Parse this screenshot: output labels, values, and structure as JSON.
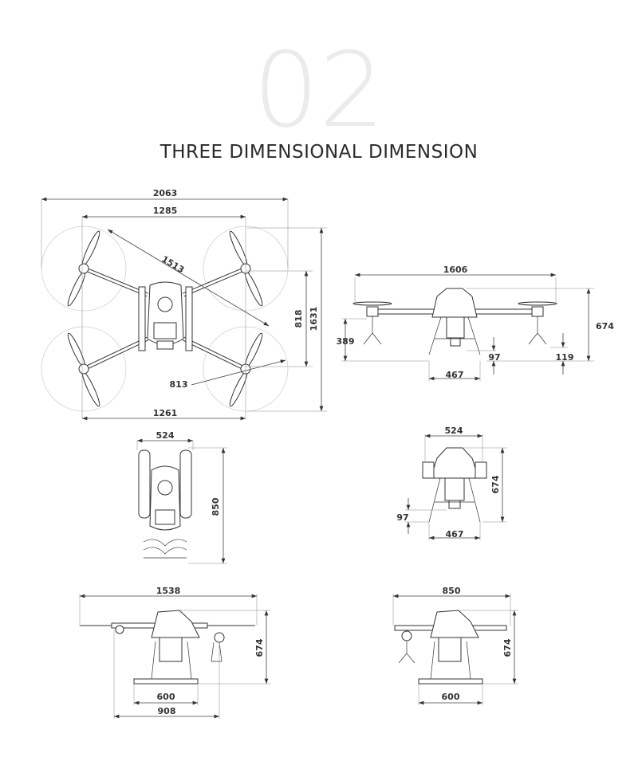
{
  "header": {
    "number": "02",
    "title": "THREE DIMENSIONAL DIMENSION"
  },
  "top_view": {
    "overall_width": "2063",
    "motor_span_top": "1285",
    "diagonal": "1513",
    "motor_span_bottom": "1261",
    "prop_radius": "813",
    "motor_span_vertical": "818",
    "overall_length": "1631"
  },
  "front_view": {
    "width": "1606",
    "height": "674",
    "arm_height": "389",
    "leg_spacing": "467",
    "ground_clearance": "97",
    "nozzle_clearance": "119"
  },
  "folded_top_view": {
    "width": "524",
    "length": "850"
  },
  "folded_front_view": {
    "width": "524",
    "height": "674",
    "ground_clearance": "97",
    "leg_spacing": "467"
  },
  "side_view": {
    "width": "1538",
    "height": "674",
    "skid_length": "600",
    "base_length": "908"
  },
  "folded_side_view": {
    "width": "850",
    "height": "674",
    "skid_length": "600"
  }
}
